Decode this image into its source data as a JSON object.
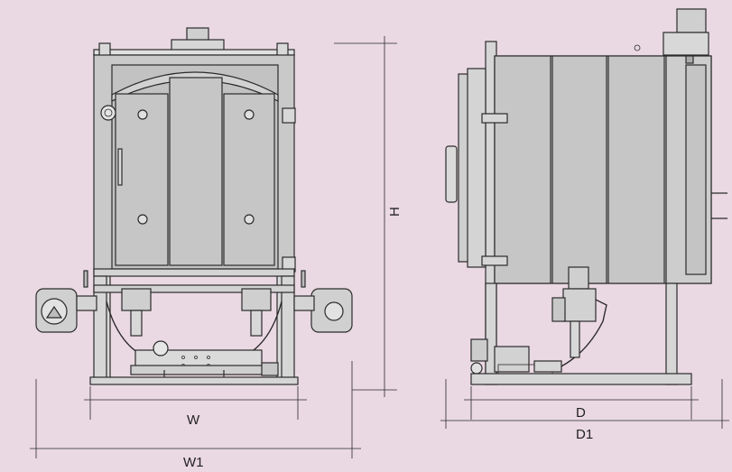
{
  "dimensions": {
    "width": "W",
    "overall_width": "W1",
    "height": "H",
    "depth": "D",
    "overall_depth": "D1"
  },
  "colors": {
    "background": "#ead8e2",
    "body_fill": "#c9c9c9",
    "frame_fill": "#dcdcdc",
    "line": "#2b2b2b"
  }
}
